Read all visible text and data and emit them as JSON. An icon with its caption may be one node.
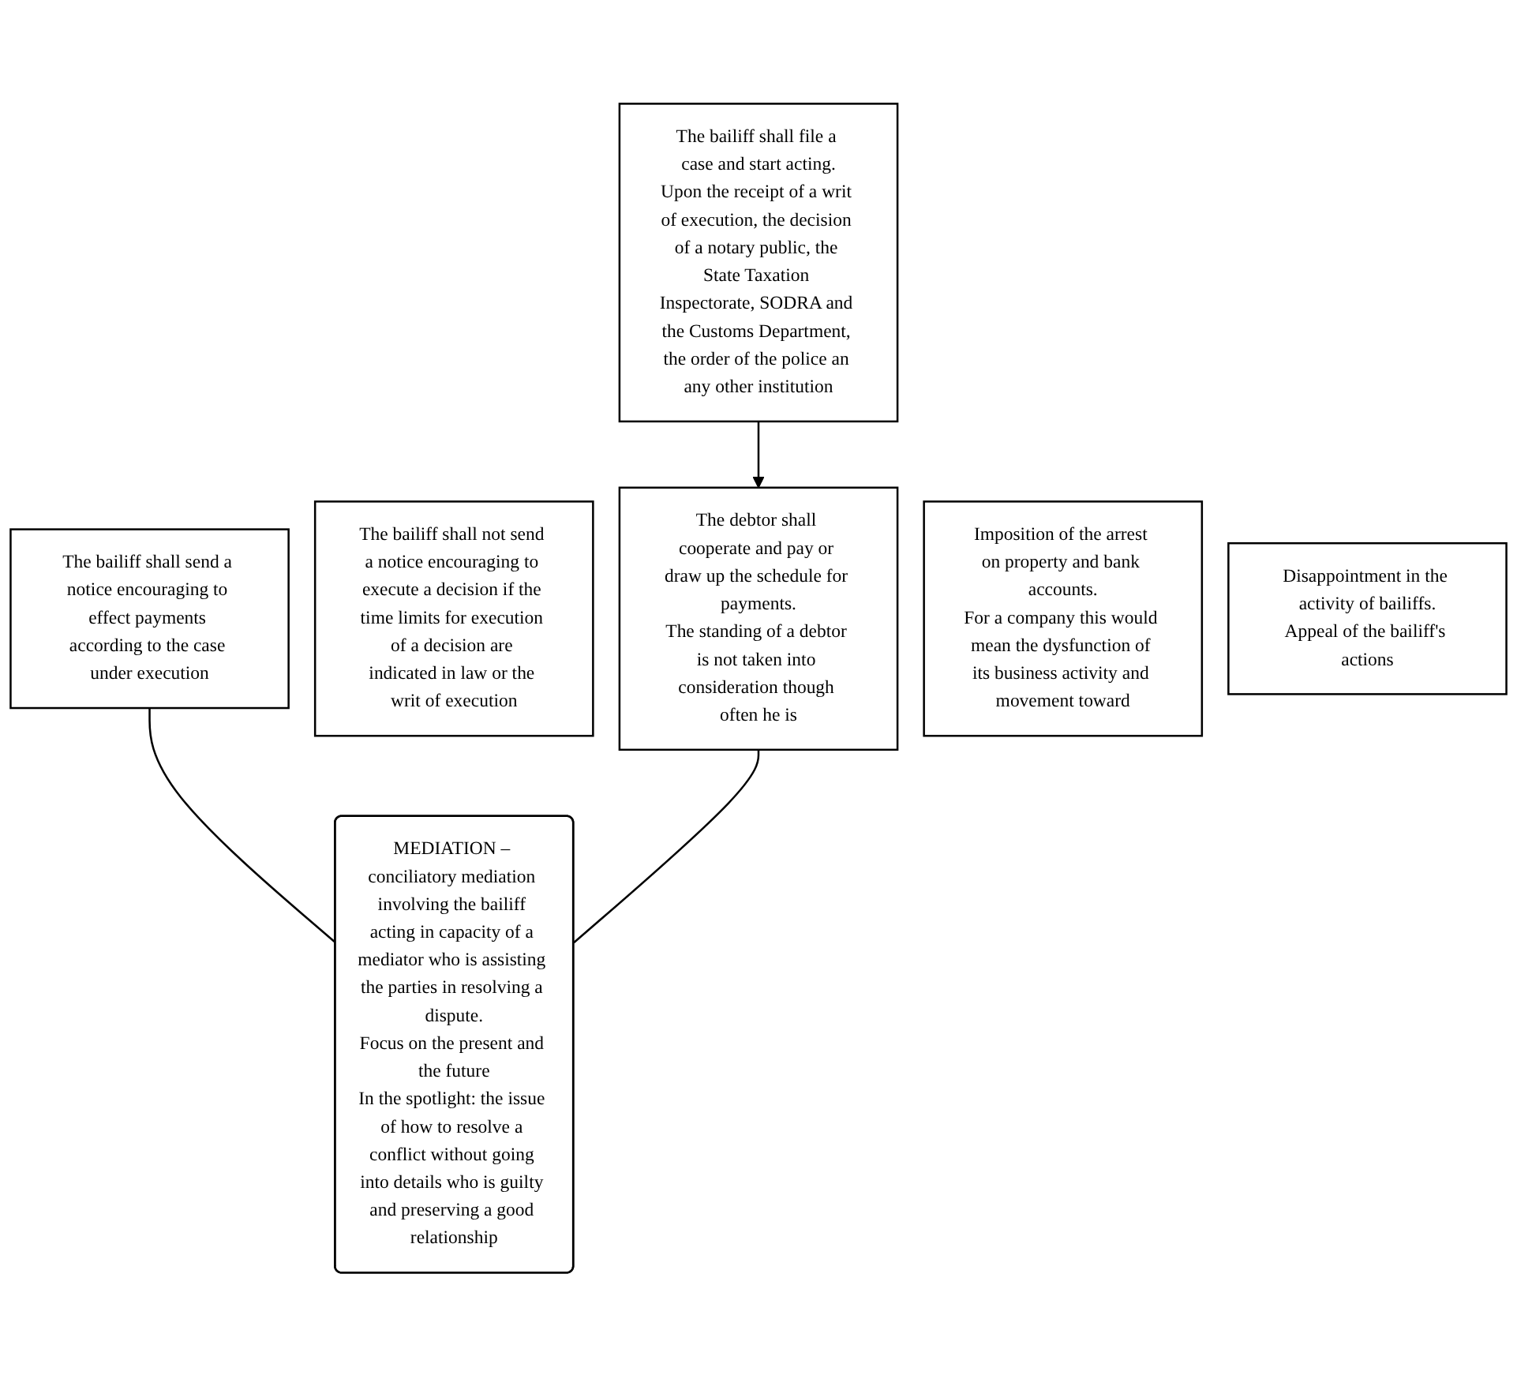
{
  "diagram": {
    "nodes": [
      {
        "text": [
          "The bailiff shall file a case and start acting.",
          "Upon the receipt of a writ of execution, the decision of a notary public, the State Taxation Inspectorate, SODRA and the Customs Department, the order of the police an any other institution"
        ]
      },
      {
        "text": [
          "The bailiff shall send a notice encouraging to effect payments according to the case under execution"
        ]
      },
      {
        "text": [
          "The bailiff shall not send a notice encouraging to execute a decision if the time limits for execution of a decision are indicated in law or the writ of execution"
        ]
      },
      {
        "text": [
          "The debtor shall cooperate and pay or draw up the schedule for payments.",
          "The standing of a debtor is not taken into consideration though often he is"
        ]
      },
      {
        "text": [
          "Imposition of the arrest on property and bank accounts.",
          "For a company this would mean the dysfunction of its business activity and movement toward"
        ]
      },
      {
        "text": [
          "Disappointment in the activity of bailiffs.",
          "Appeal of the bailiff's actions"
        ]
      },
      {
        "text": [
          "MEDIATION – conciliatory mediation involving the bailiff acting in capacity of a mediator who is assisting the parties in resolving a dispute.",
          "Focus on the present and the future",
          "In the spotlight: the issue of how to resolve a conflict without going into details who is guilty and preserving a good relationship"
        ]
      }
    ],
    "edges": [
      {
        "from": 0,
        "to": 3,
        "arrow": "to"
      },
      {
        "from": 1,
        "to": 6,
        "arrow": "none"
      },
      {
        "from": 3,
        "to": 6,
        "arrow": "none"
      }
    ]
  }
}
